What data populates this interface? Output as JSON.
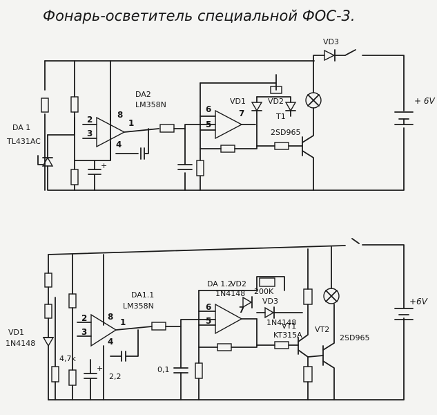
{
  "title": "Фонарь-осветитель специальной ФОС-3.",
  "top": {
    "da1": "DA 1",
    "da1_part": "TL431AC",
    "da2": "DA2",
    "da2_part": "LM358N",
    "vd1": "VD1",
    "vd2": "VD2",
    "vd3": "VD3",
    "t1": "T1",
    "t1_part": "2SD965",
    "supply": "+ 6V",
    "pin2": "2",
    "pin3": "3",
    "pin8": "8",
    "pin1": "1",
    "pin4": "4",
    "pin6": "6",
    "pin5": "5",
    "pin7": "7",
    "plus": "+"
  },
  "bottom": {
    "vd1": "VD1",
    "vd1_part": "1N4148",
    "r_47k": "4,7k",
    "c_22": "2,2",
    "c_01": "0,1",
    "da11": "DA1.1",
    "da11_part": "LM358N",
    "da12": "DA 1.2",
    "vd2": "VD2",
    "vd2_part": "1N4148",
    "r_200k": "200K",
    "vd3": "VD3",
    "vd3_part": "1N4148",
    "vt1": "VT1",
    "vt1_part": "KT315A",
    "vt2": "VT2",
    "vt2_part": "2SD965",
    "supply": "+6V",
    "pin2": "2",
    "pin3": "3",
    "pin8": "8",
    "pin1": "1",
    "pin4": "4",
    "pin6": "6",
    "pin5": "5",
    "pin7": "7",
    "plus": "+"
  }
}
